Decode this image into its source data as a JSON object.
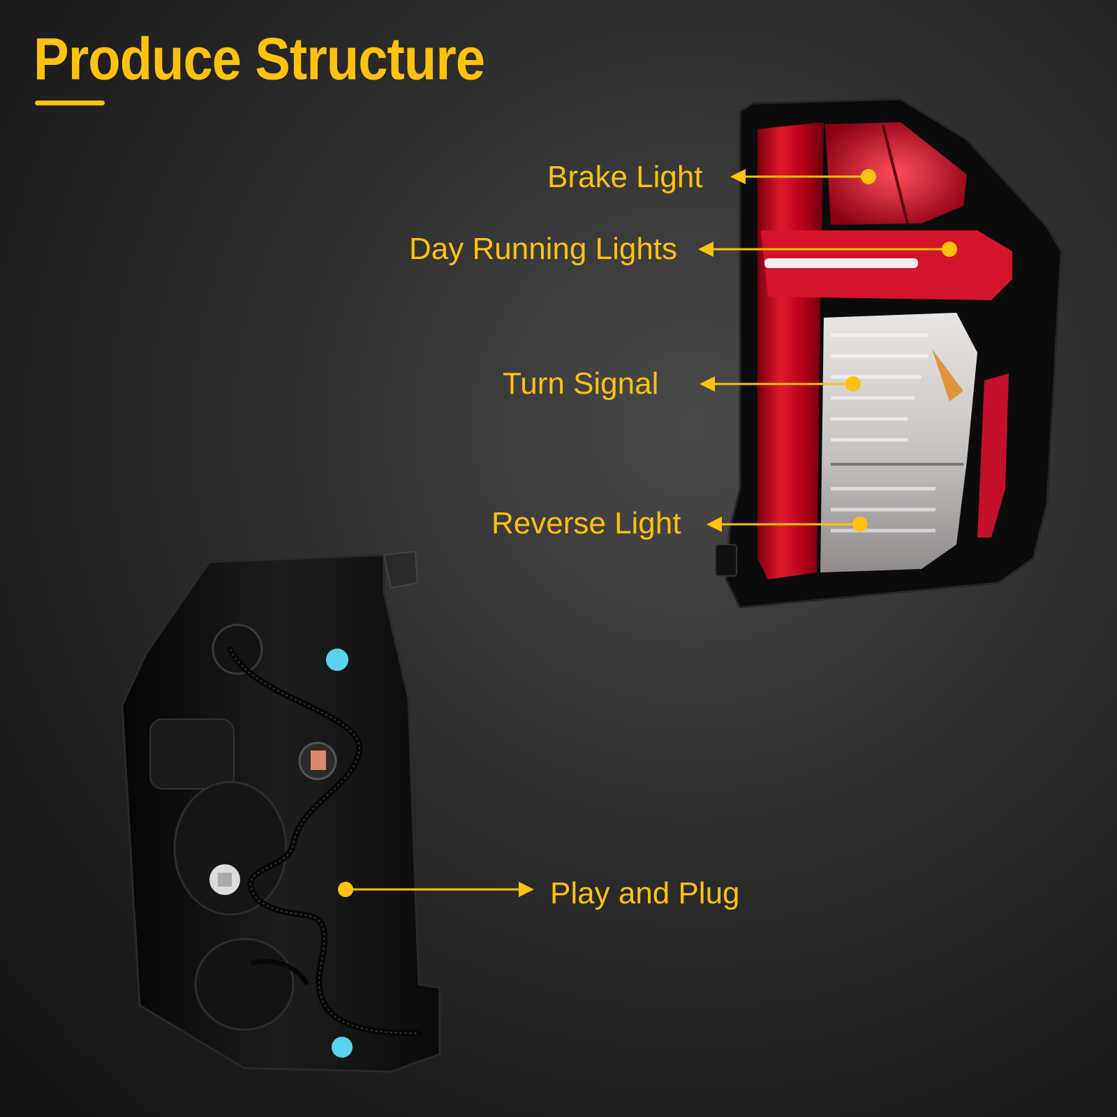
{
  "header": {
    "title": "Produce Structure"
  },
  "callouts": {
    "brake_light": "Brake Light",
    "day_running_lights": "Day Running Lights",
    "turn_signal": "Turn Signal",
    "reverse_light": "Reverse Light",
    "play_and_plug": "Play and Plug"
  },
  "colors": {
    "accent": "#ffc20e",
    "lens_red": "#c8102e",
    "housing_black": "#0b0b0b",
    "grommet_blue": "#5ad2f0"
  }
}
